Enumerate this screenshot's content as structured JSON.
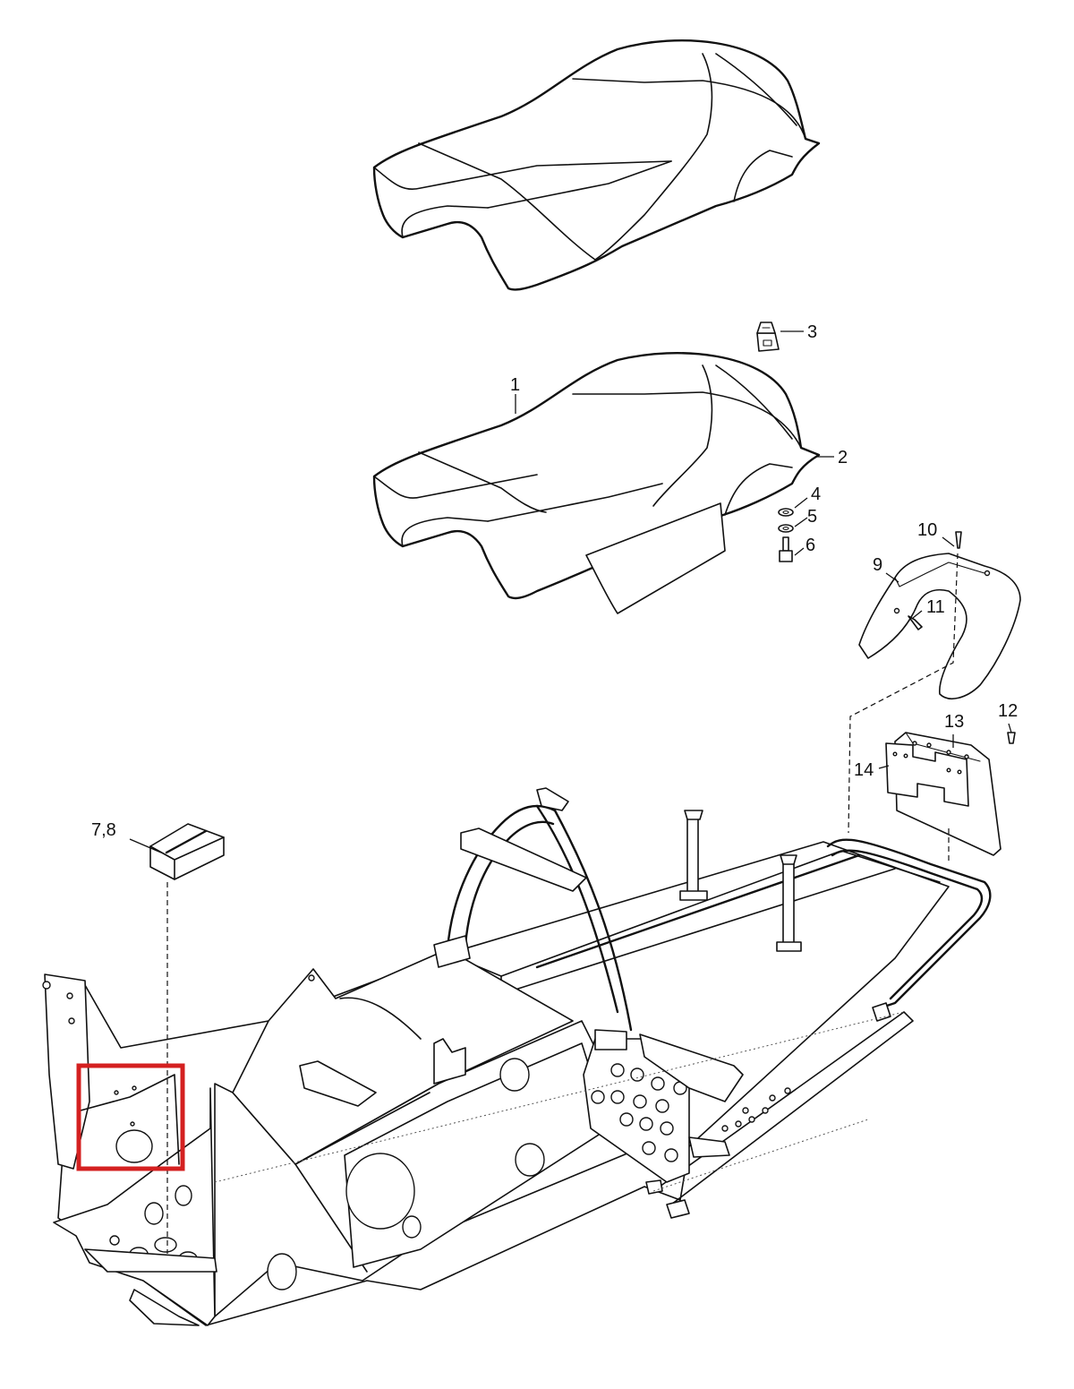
{
  "callouts": {
    "c1": "1",
    "c2": "2",
    "c3": "3",
    "c4": "4",
    "c5": "5",
    "c6": "6",
    "c78": "7,8",
    "c9": "9",
    "c10": "10",
    "c11": "11",
    "c12": "12",
    "c13": "13",
    "c14": "14"
  },
  "colors": {
    "line": "#111111",
    "background": "#ffffff",
    "highlight": "#d42020"
  }
}
